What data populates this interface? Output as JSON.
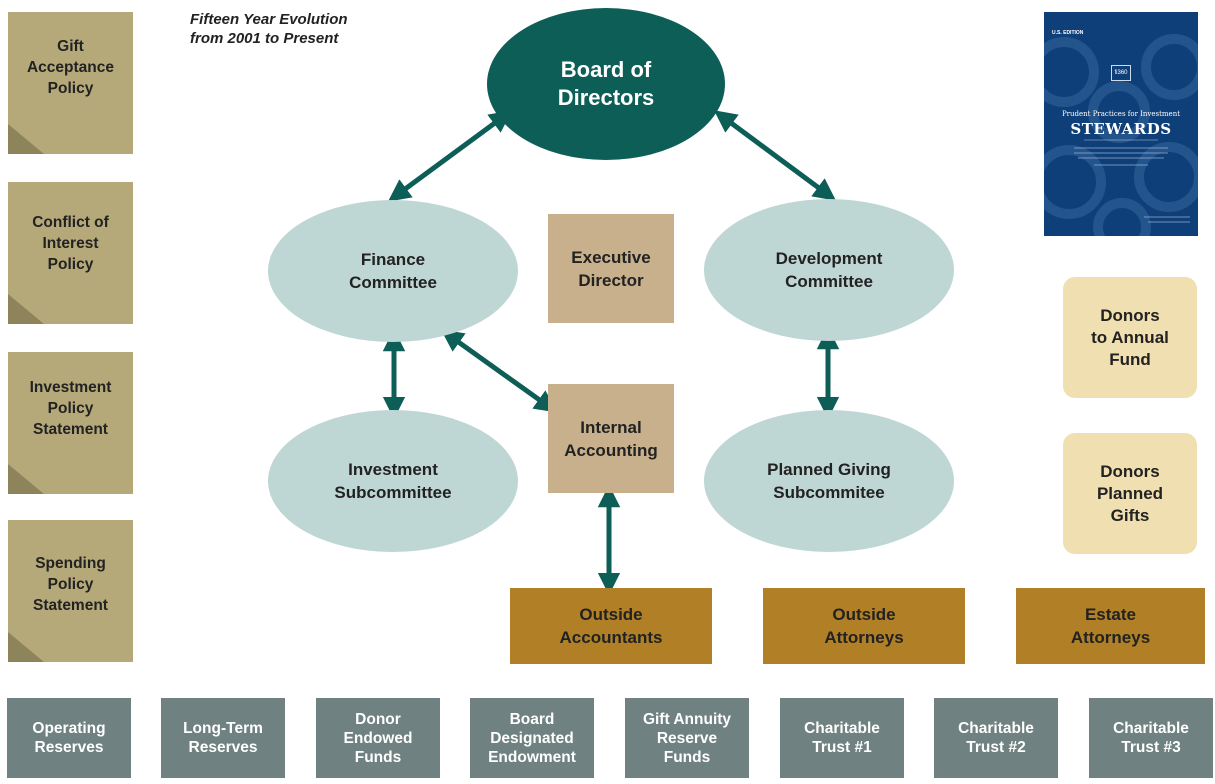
{
  "subtitle": "Fifteen Year Evolution\nfrom 2001 to Present",
  "policies": [
    "Gift\nAcceptance\nPolicy",
    "Conflict of\nInterest\nPolicy",
    "Investment\nPolicy\nStatement",
    "Spending\nPolicy\nStatement"
  ],
  "board": "Board of\nDirectors",
  "finance": "Finance\nCommittee",
  "development": "Development\nCommittee",
  "executive": "Executive\nDirector",
  "internal": "Internal\nAccounting",
  "investment_sub": "Investment\nSubcommittee",
  "planned_sub": "Planned Giving\nSubcommitee",
  "donors_annual": "Donors\nto Annual\nFund",
  "donors_planned": "Donors\nPlanned\nGifts",
  "outside": [
    "Outside\nAccountants",
    "Outside\nAttorneys",
    "Estate\nAttorneys"
  ],
  "funds": [
    "Operating\nReserves",
    "Long-Term\nReserves",
    "Donor\nEndowed\nFunds",
    "Board\nDesignated\nEndowment",
    "Gift Annuity\nReserve\nFunds",
    "Charitable\nTrust #1",
    "Charitable\nTrust #2",
    "Charitable\nTrust #3"
  ],
  "book": {
    "edition": "U.S. EDITION",
    "title_small": "Prudent Practices for Investment",
    "title_large": "STEWARDS",
    "logo": "fi360"
  },
  "colors": {
    "board": "#0d5e57",
    "committee": "#bfd7d4",
    "tan": "#c7b08b",
    "donor": "#f0dfb1",
    "outside": "#b07f26",
    "fund": "#6f8180",
    "note": "#b5a97a",
    "arrow": "#0d5e57"
  }
}
